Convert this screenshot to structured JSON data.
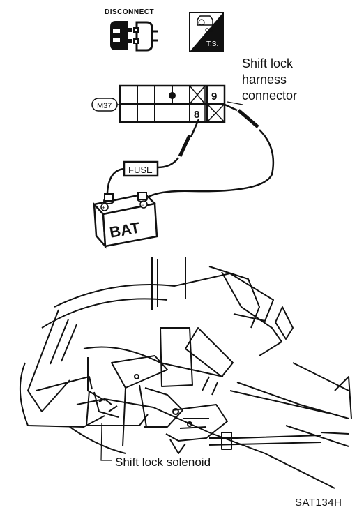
{
  "icons": {
    "disconnect_label": "DISCONNECT",
    "ts_label": "T.S.",
    "ts_subicon": "CB"
  },
  "connector": {
    "id": "M37",
    "pin_top": "9",
    "pin_bottom": "8",
    "label_line1": "Shift lock",
    "label_line2": "harness",
    "label_line3": "connector"
  },
  "circuit": {
    "fuse_label": "FUSE",
    "battery_label": "BAT",
    "plus_symbol": "+",
    "minus_symbol": "−"
  },
  "solenoid_label": "Shift lock solenoid",
  "figure_code": "SAT134H"
}
